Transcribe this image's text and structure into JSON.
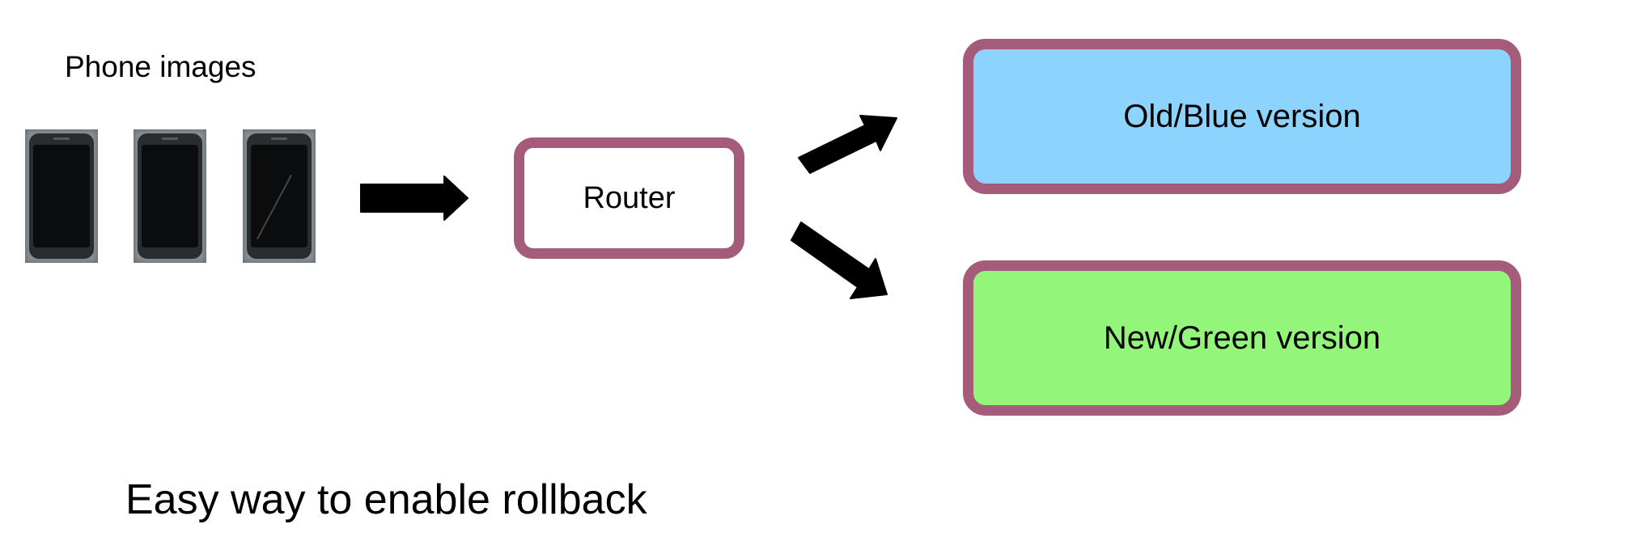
{
  "labels": {
    "phones": "Phone images",
    "caption": "Easy way to enable rollback"
  },
  "nodes": {
    "router": "Router",
    "blue": "Old/Blue version",
    "green": "New/Green version"
  },
  "colors": {
    "box_border": "#a55c7a",
    "blue_fill": "#8cd3fd",
    "green_fill": "#93f57a",
    "arrow": "#000000"
  }
}
